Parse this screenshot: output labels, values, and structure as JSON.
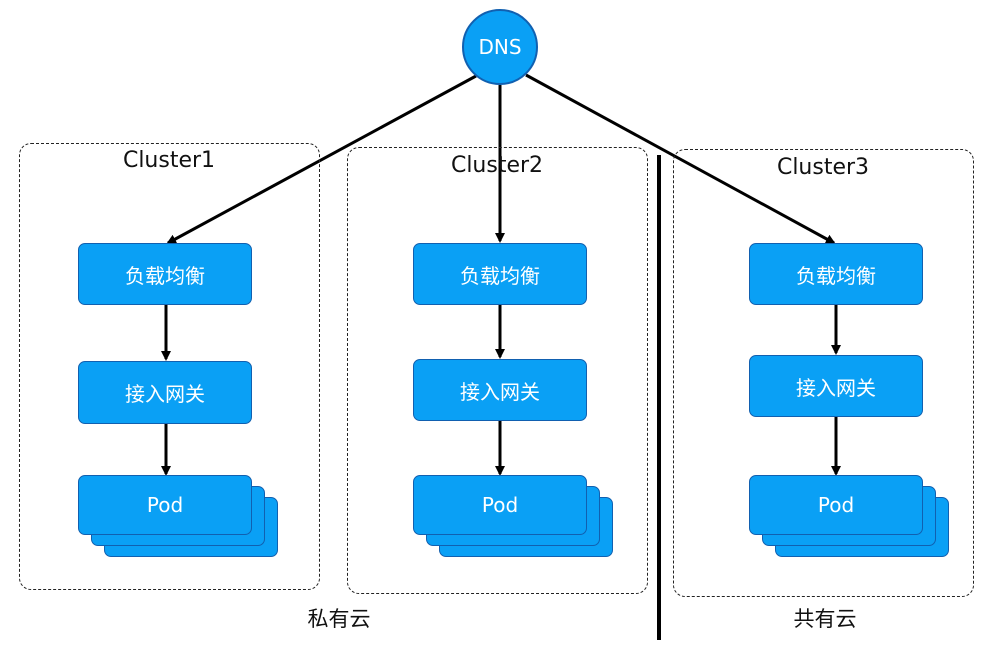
{
  "dns": {
    "label": "DNS"
  },
  "clusters": [
    {
      "title": "Cluster1",
      "lb": "负载均衡",
      "gateway": "接入网关",
      "pod": "Pod"
    },
    {
      "title": "Cluster2",
      "lb": "负载均衡",
      "gateway": "接入网关",
      "pod": "Pod"
    },
    {
      "title": "Cluster3",
      "lb": "负载均衡",
      "gateway": "接入网关",
      "pod": "Pod"
    }
  ],
  "zones": {
    "private": "私有云",
    "public": "共有云"
  },
  "colors": {
    "node_fill": "#0AA0F5",
    "node_border": "#1160B0",
    "edge": "#000000"
  }
}
